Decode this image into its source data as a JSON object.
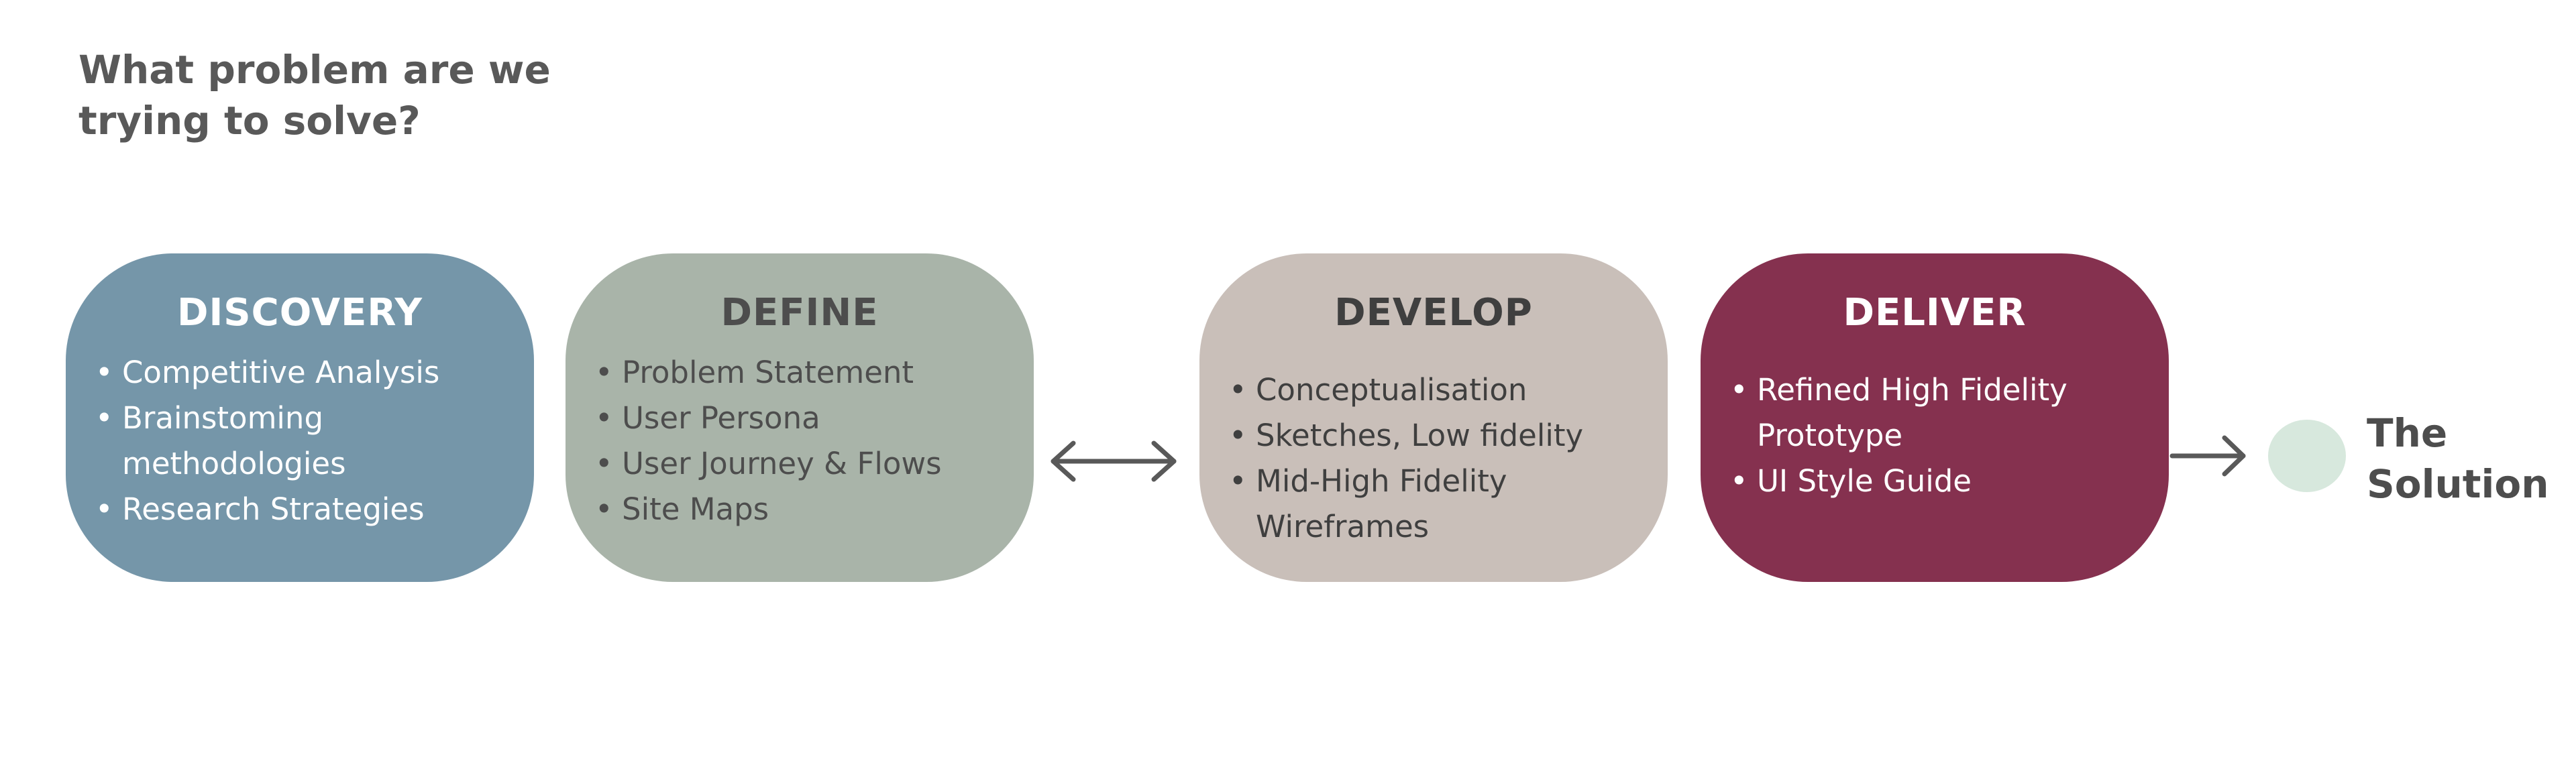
{
  "question": "What problem are we trying to solve?",
  "colors": {
    "discovery": "#7596a9",
    "define": "#a9b4a9",
    "develop": "#c9bfb9",
    "deliver": "#85314f",
    "solution_dot": "#d7e8dd",
    "arrow": "#595959",
    "text_dark": "#595959"
  },
  "stages": {
    "discovery": {
      "title": "DISCOVERY",
      "items": [
        "Competitive Analysis",
        "Brainstoming methodologies",
        "Research Strategies"
      ]
    },
    "define": {
      "title": "DEFINE",
      "items": [
        "Problem Statement",
        "User Persona",
        "User Journey & Flows",
        "Site Maps"
      ]
    },
    "develop": {
      "title": "DEVELOP",
      "items": [
        "Conceptualisation",
        "Sketches, Low fidelity",
        "Mid-High Fidelity Wireframes"
      ]
    },
    "deliver": {
      "title": "DELIVER",
      "items": [
        "Refined High Fidelity Prototype",
        "UI Style Guide"
      ]
    }
  },
  "connectors": {
    "define_develop": "double-arrow-icon",
    "deliver_solution": "right-arrow-icon"
  },
  "solution": {
    "label": "The Solution"
  }
}
